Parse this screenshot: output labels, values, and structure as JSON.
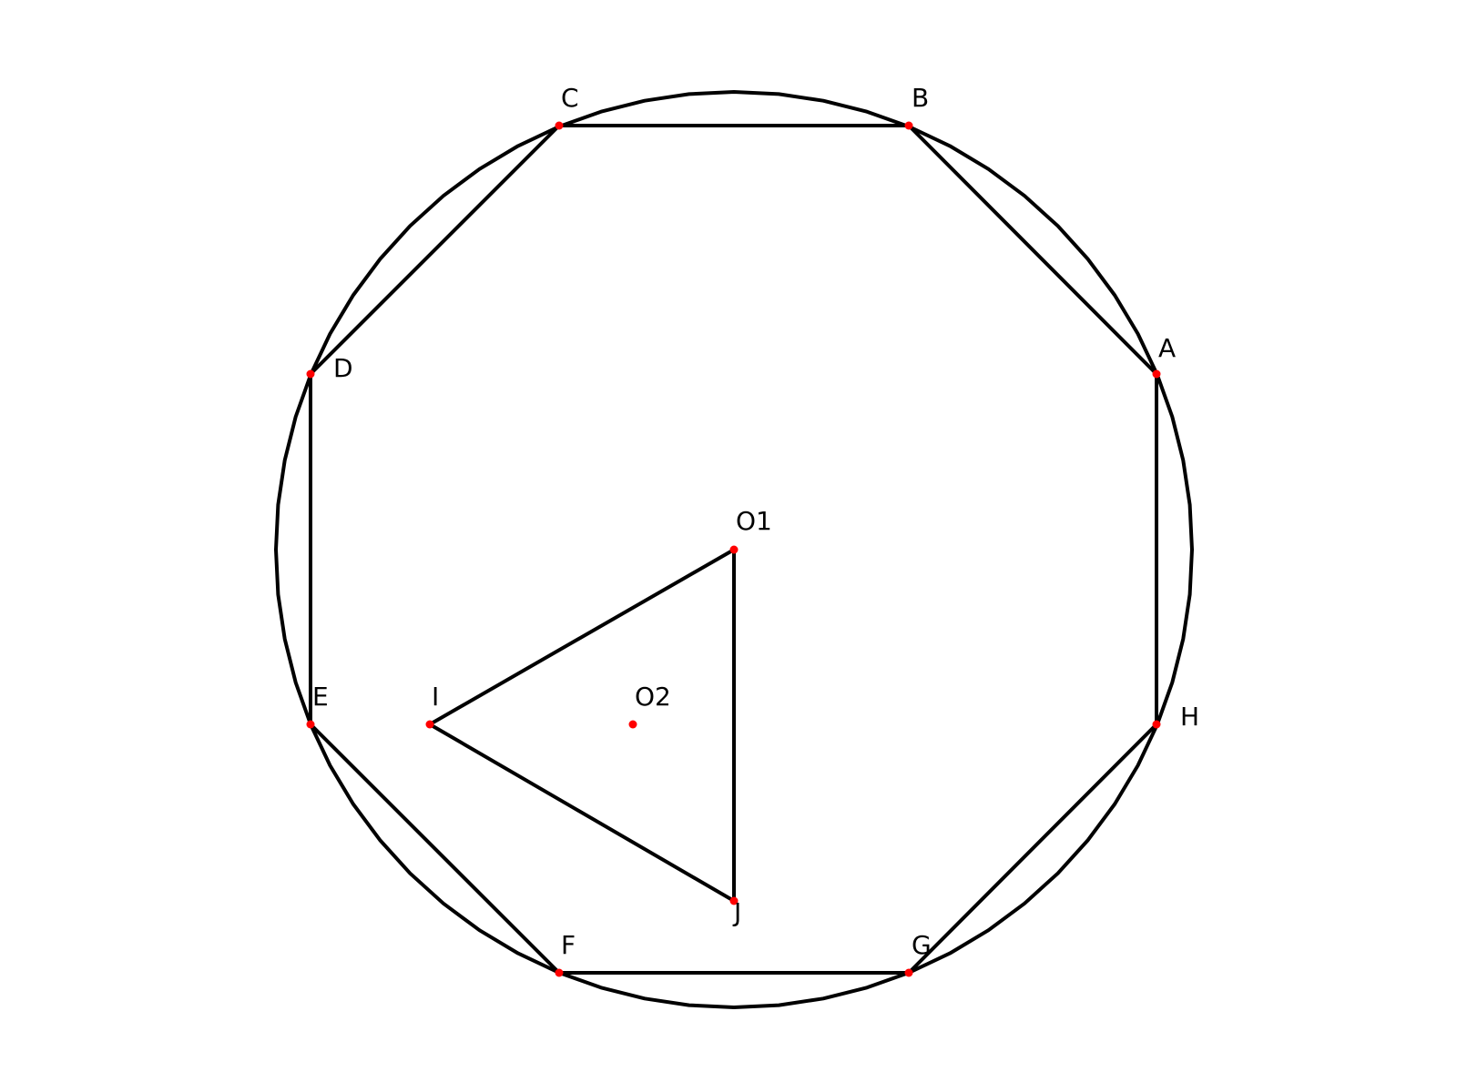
{
  "colors": {
    "stroke": "#000000",
    "point": "#ff0000",
    "background": "#ffffff"
  },
  "labels": {
    "A": "A",
    "B": "B",
    "C": "C",
    "D": "D",
    "E": "E",
    "F": "F",
    "G": "G",
    "H": "H",
    "I": "I",
    "J": "J",
    "O1": "O1",
    "O2": "O2"
  },
  "octagon_vertices": [
    "A",
    "B",
    "C",
    "D",
    "E",
    "F",
    "G",
    "H"
  ],
  "triangle_vertices": [
    "O1",
    "I",
    "J"
  ],
  "isolated_points": [
    "O2"
  ]
}
